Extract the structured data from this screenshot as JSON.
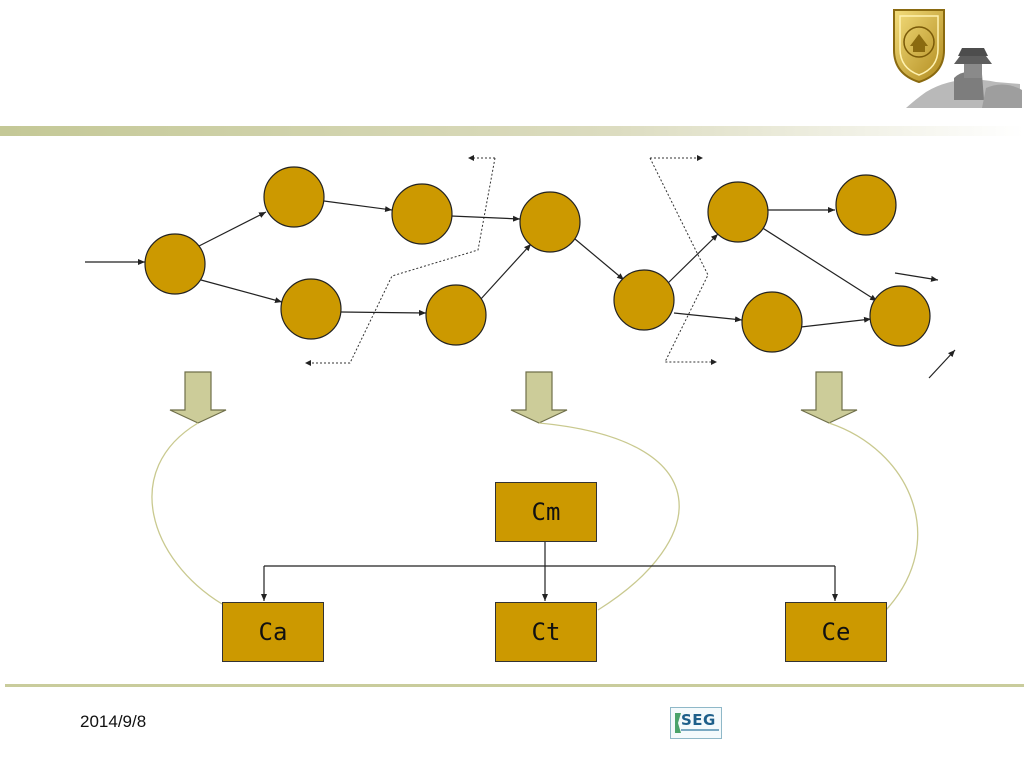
{
  "footer": {
    "date": "2014/9/8",
    "logo_text": "SEG"
  },
  "diagram": {
    "boxes": {
      "cm": "Cm",
      "ca": "Ca",
      "ct": "Ct",
      "ce": "Ce"
    }
  },
  "colors": {
    "node_fill": "#cc9900",
    "header_band": "#c9cc9c",
    "down_arrow_fill": "#cccc99",
    "curve_stroke": "#c9c98f",
    "footer_line": "#c9cc9c"
  },
  "icons": [
    "university-crest-icon",
    "pagoda-icon",
    "seg-logo-icon"
  ]
}
